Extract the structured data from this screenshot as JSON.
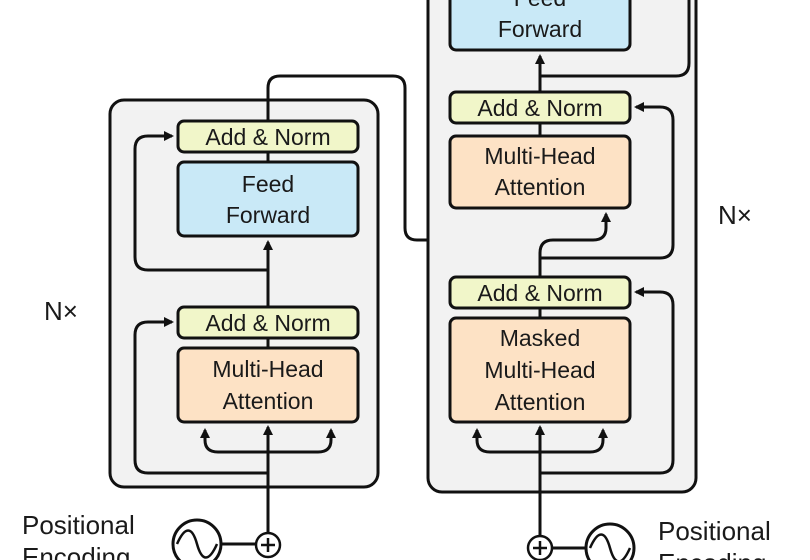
{
  "encoder": {
    "nx_label": "N×",
    "attention": {
      "line1": "Multi-Head",
      "line2": "Attention"
    },
    "add_norm_1": "Add & Norm",
    "feed_forward": {
      "line1": "Feed",
      "line2": "Forward"
    },
    "add_norm_2": "Add & Norm",
    "positional_encoding": {
      "line1": "Positional",
      "line2": "Encoding"
    }
  },
  "decoder": {
    "nx_label": "N×",
    "masked_attention": {
      "line1": "Masked",
      "line2": "Multi-Head",
      "line3": "Attention"
    },
    "add_norm_1": "Add & Norm",
    "cross_attention": {
      "line1": "Multi-Head",
      "line2": "Attention"
    },
    "add_norm_2": "Add & Norm",
    "feed_forward": {
      "line1": "Feed",
      "line2": "Forward"
    },
    "positional_encoding": {
      "line1": "Positional",
      "line2": "Encoding"
    }
  },
  "colors": {
    "block_bg": "#f2f2f2",
    "attention_fill": "#fde2c5",
    "add_norm_fill": "#f1f6c9",
    "feed_forward_fill": "#c9e9f7",
    "stroke": "#111111"
  }
}
